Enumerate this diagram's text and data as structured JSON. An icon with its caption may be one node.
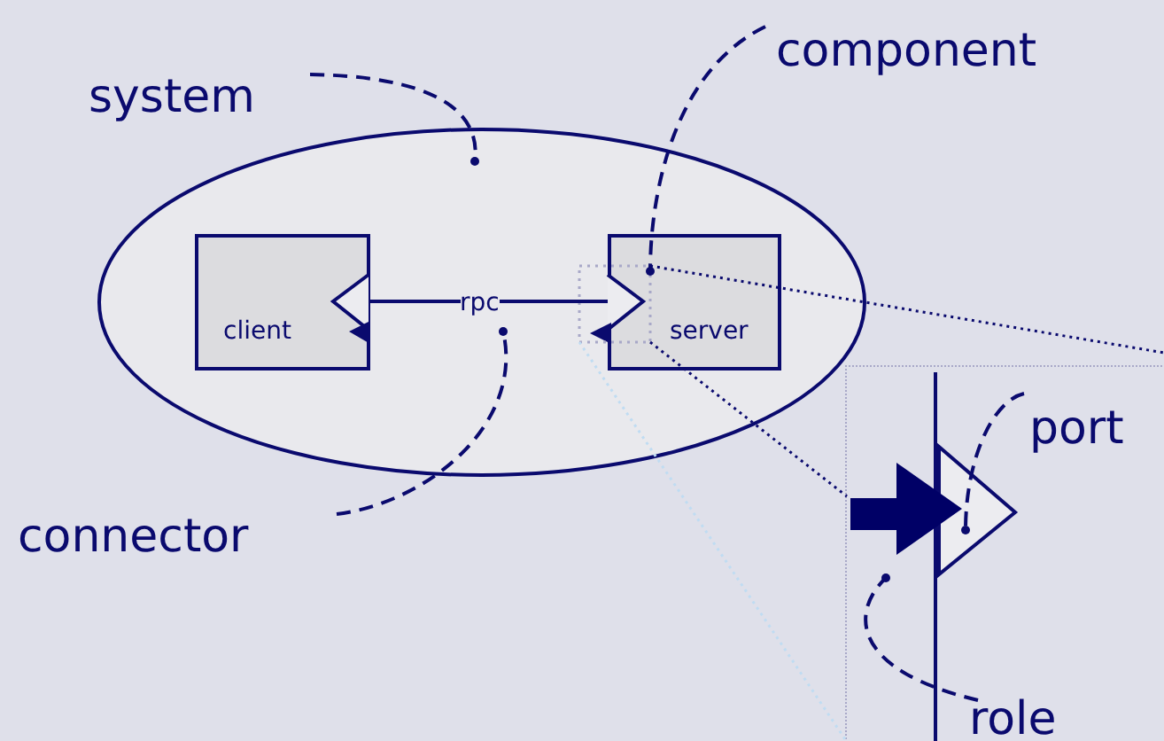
{
  "diagram": {
    "nodes": [
      {
        "text": [],
        "shape": "ellipse"
      },
      {
        "text": [
          "client"
        ],
        "in": 0
      },
      {
        "text": [
          "server"
        ],
        "in": 0
      },
      {
        "text": [
          "system"
        ]
      },
      {
        "text": [
          "component"
        ]
      },
      {
        "text": [
          "connector"
        ]
      },
      {
        "text": [
          "port"
        ],
        "in": 8
      },
      {
        "text": [
          "role"
        ],
        "in": 8
      },
      {
        "text": [],
        "shape": "box"
      },
      {
        "text": [],
        "shape": "triangle",
        "in": 8
      },
      {
        "text": [],
        "shape": "arrow",
        "in": 8
      }
    ],
    "edges": [
      {
        "from": 1,
        "to": 2,
        "arrow": "none",
        "label": "rpc"
      },
      {
        "from": 3,
        "to": 0,
        "arrow": "other",
        "style": "dashed"
      },
      {
        "from": 4,
        "to": 2,
        "arrow": "other",
        "style": "dashed"
      },
      {
        "from": 5,
        "to": null,
        "arrow": "other",
        "style": "dashed"
      },
      {
        "from": 6,
        "to": 9,
        "arrow": "other",
        "style": "dashed"
      },
      {
        "from": 7,
        "to": 10,
        "arrow": "other",
        "style": "dashed"
      },
      {
        "from": 2,
        "to": 8,
        "arrow": "none",
        "style": "dashed"
      },
      {
        "from": 2,
        "to": 8,
        "arrow": "none",
        "style": "dashed"
      },
      {
        "from": 2,
        "to": 8,
        "arrow": "none",
        "style": "dashed",
        "color": "#c0dcf2"
      }
    ]
  }
}
